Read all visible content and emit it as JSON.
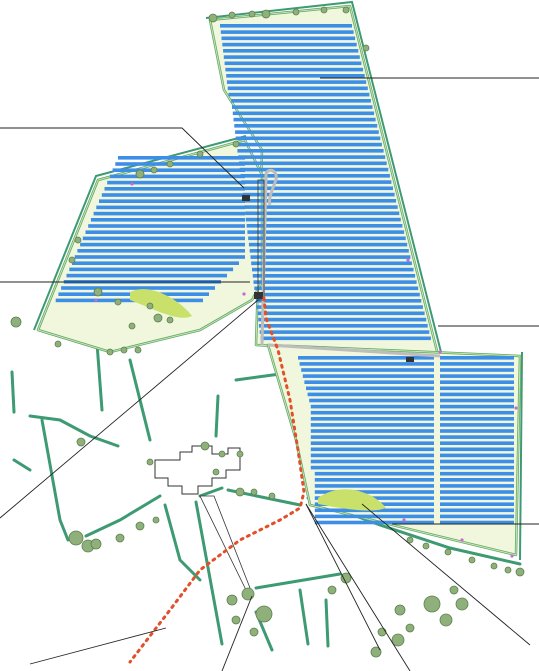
{
  "map": {
    "layers": {
      "site_fill": "site-boundary",
      "solar_arrays": "solar-array-rows",
      "hedgerows": "hedgerow-lines",
      "trees": "tree-canopies",
      "buildings": "farm-buildings",
      "access_track": "access-track",
      "cable_route": "cable-route",
      "ecology_areas": "ecology-grassland",
      "leader_lines": "annotation-leaders"
    },
    "colors": {
      "site_fill": "#f1f7dc",
      "boundary": "#5aa86a",
      "panel": "#3d8ee6",
      "hedgerow": "#3e9a72",
      "tree_fill": "#8fb07a",
      "tree_stroke": "#5b8150",
      "building_stroke": "#333333",
      "track": "#bdbdbd",
      "cable": "#e2502a",
      "ecology": "#c9e06a",
      "leader": "#222222",
      "fence_post": "#c86ad6"
    }
  }
}
